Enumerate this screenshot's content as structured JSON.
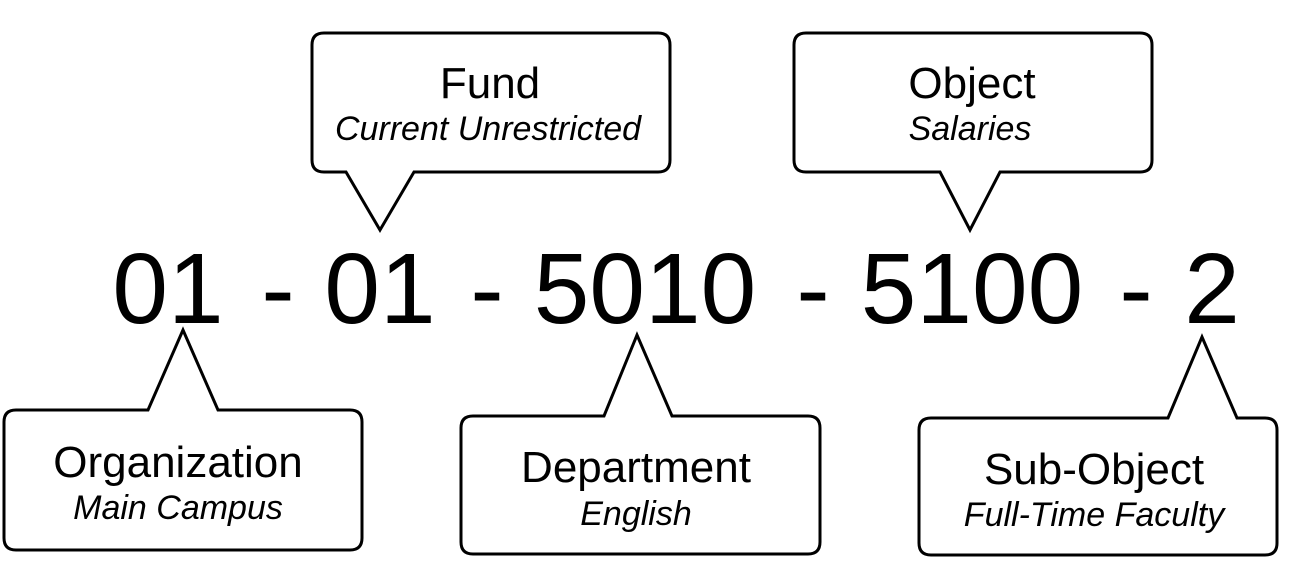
{
  "code": {
    "segments": [
      "01",
      "01",
      "5010",
      "5100",
      "2"
    ],
    "separator": "-"
  },
  "segments": [
    {
      "title": "Organization",
      "description": "Main Campus"
    },
    {
      "title": "Fund",
      "description": "Current Unrestricted"
    },
    {
      "title": "Department",
      "description": "English"
    },
    {
      "title": "Object",
      "description": "Salaries"
    },
    {
      "title": "Sub-Object",
      "description": "Full-Time Faculty"
    }
  ]
}
